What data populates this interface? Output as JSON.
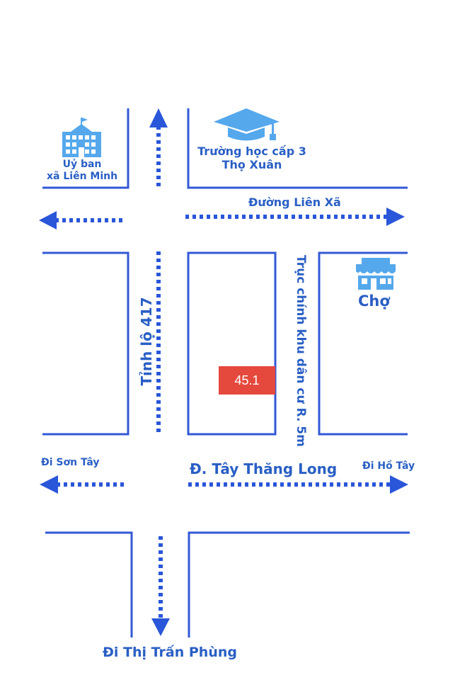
{
  "colors": {
    "road_outline": "#3358d6",
    "route_dotted": "#2a56d9",
    "label_text": "#2a5fc4",
    "icon_fill": "#55a8ec",
    "lot_badge": "#e5493e",
    "background": "#ffffff"
  },
  "landmarks": {
    "committee": {
      "icon": "government-building-icon",
      "line1": "Uỷ ban",
      "line2": "xã Liên Minh"
    },
    "high_school": {
      "icon": "graduation-cap-icon",
      "line1": "Trường học cấp 3",
      "line2": "Thọ Xuân"
    },
    "market": {
      "icon": "market-stall-icon",
      "label": "Chợ"
    }
  },
  "roads": {
    "lien_xa": "Đường Liên Xã",
    "tinh_lo": "Tỉnh lộ 417",
    "truc_chinh": "Trục chính khu dân cư R. 5m",
    "tay_thang_long": "Đ. Tây Thăng Long"
  },
  "directions": {
    "son_tay": "Đi Sơn Tây",
    "ho_tay": "Đi Hồ Tây",
    "thi_tran_phung": "Đi Thị Trấn Phùng"
  },
  "lot": {
    "label": "45.1"
  }
}
